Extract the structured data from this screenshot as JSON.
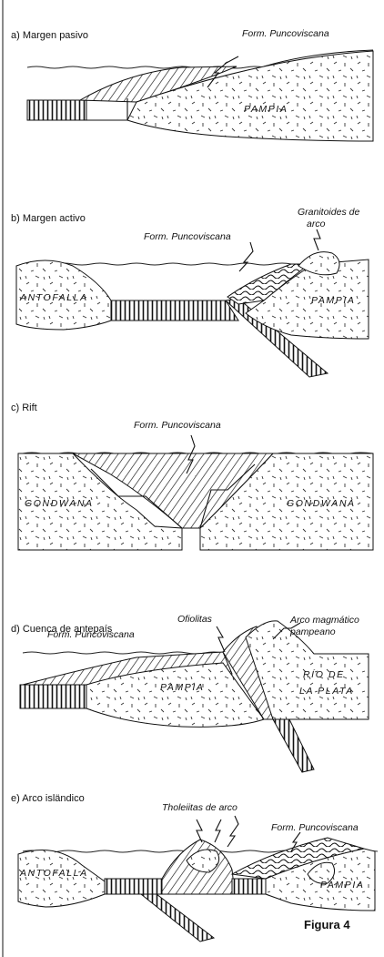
{
  "panels": [
    {
      "title": "a) Margen pasivo",
      "labels": {
        "puncoviscana": "Form. Puncoviscana",
        "pampia": "PAMPIA"
      }
    },
    {
      "title": "b) Margen activo",
      "labels": {
        "granitoides_1": "Granitoides de",
        "granitoides_2": "arco",
        "puncoviscana": "Form. Puncoviscana",
        "antofalla": "ANTOFALLA",
        "pampia": "PAMPIA"
      }
    },
    {
      "title": "c) Rift",
      "labels": {
        "puncoviscana": "Form. Puncoviscana",
        "gondwana_left": "GONDWANA",
        "gondwana_right": "GONDWANA"
      }
    },
    {
      "title": "d) Cuenca de antepaís",
      "labels": {
        "ofiolitas": "Ofiolitas",
        "arco_1": "Arco magmático",
        "arco_2": "pampeano",
        "puncoviscana": "Form. Puncoviscana",
        "pampia": "PAMPIA",
        "rio_1": "RÍO DE",
        "rio_2": "LA PLATA"
      }
    },
    {
      "title": "e) Arco isländico",
      "labels": {
        "tholeiitas": "Tholeiitas de arco",
        "puncoviscana": "Form. Puncoviscana",
        "antofalla": "ANTOFALLA",
        "pampia": "PAMPIA"
      }
    }
  ],
  "figure_label": "Figura 4"
}
